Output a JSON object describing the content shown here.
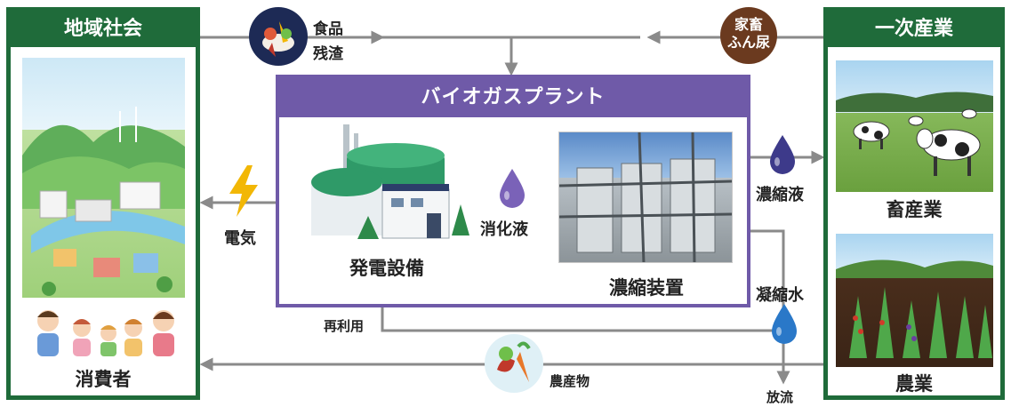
{
  "left_panel": {
    "title": "地域社会",
    "consumer_label": "消費者"
  },
  "right_panel": {
    "title": "一次産業",
    "livestock_label": "畜産業",
    "agriculture_label": "農業"
  },
  "plant": {
    "title": "バイオガスプラント",
    "power_label": "発電設備",
    "concentrator_label": "濃縮装置"
  },
  "flows": {
    "food_residue_line1": "食品",
    "food_residue_line2": "残渣",
    "manure_line1": "家畜",
    "manure_line2": "ふん尿",
    "electricity": "電気",
    "digestate": "消化液",
    "concentrate": "濃縮液",
    "condensate": "凝縮水",
    "reuse": "再利用",
    "produce": "農産物",
    "discharge": "放流"
  },
  "colors": {
    "panel_green": "#1f6b3a",
    "plant_purple": "#6f5aa8",
    "arrow_gray": "#8a8a8a",
    "manure_brown": "#6b3a1f",
    "food_navy": "#1d2a55",
    "lightning": "#f2b705",
    "digestate_drop": "#7a62b8",
    "concentrate_drop": "#3d3a8a",
    "condensate_drop": "#2a78c8"
  }
}
